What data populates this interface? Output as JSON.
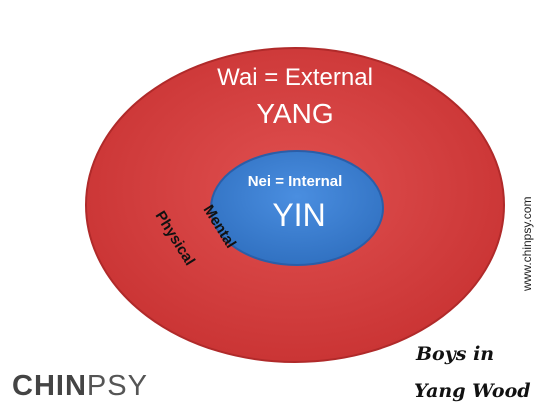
{
  "outer_circle": {
    "title": "Wai = External",
    "big_label": "YANG",
    "side_label": "Physical",
    "color": "#d64040"
  },
  "inner_circle": {
    "title": "Nei = Internal",
    "big_label": "YIN",
    "side_label": "Mental",
    "color": "#3f7fd0"
  },
  "website": "www.chinpsy.com",
  "logo": {
    "bold": "CHIN",
    "light": "PSY"
  },
  "caption": {
    "line1": "Boys in",
    "line2": "Yang Wood"
  }
}
